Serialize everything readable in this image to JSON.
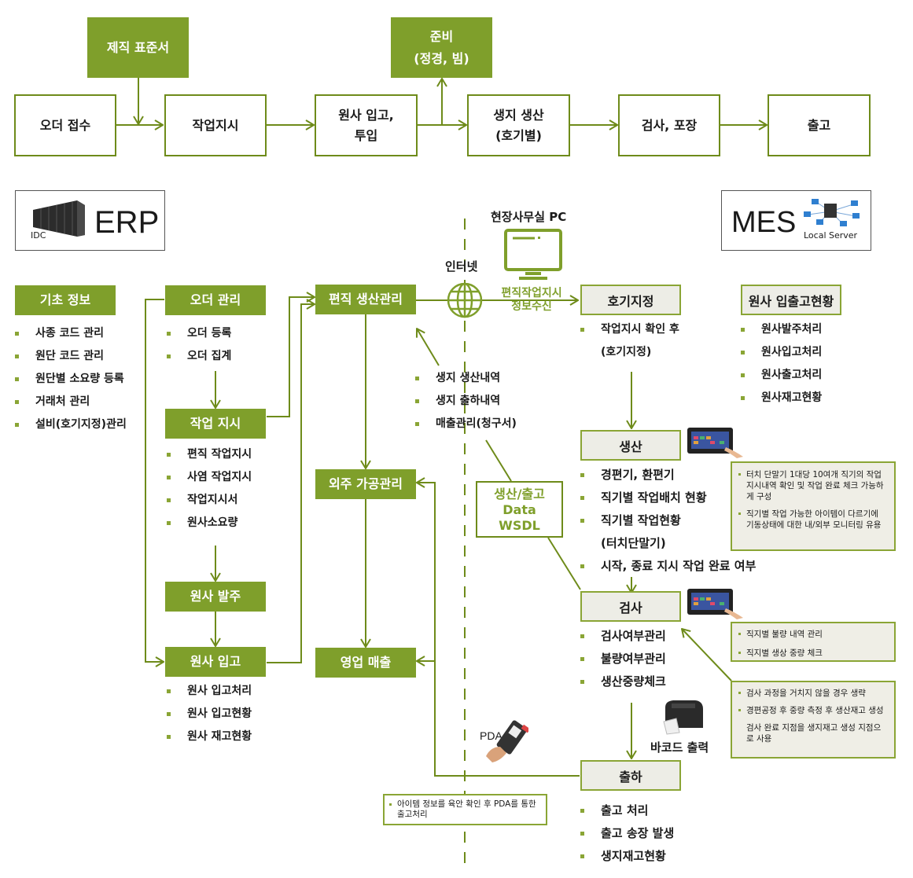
{
  "top_flow": {
    "steps": [
      {
        "label": "오더 접수"
      },
      {
        "label": "작업지시"
      },
      {
        "label": "원사 입고,\n투입"
      },
      {
        "label": "생지 생산\n(호기별)"
      },
      {
        "label": "검사, 포장"
      },
      {
        "label": "출고"
      }
    ],
    "inputs": [
      {
        "label": "제직 표준서"
      },
      {
        "label": "준비\n(정경, 빔)"
      }
    ]
  },
  "systems": {
    "erp": {
      "title": "ERP",
      "sub": "IDC"
    },
    "mes": {
      "title": "MES",
      "sub": "Local Server"
    }
  },
  "erp": {
    "basic_info": {
      "title": "기초 정보",
      "items": [
        "사종 코드 관리",
        "원단 코드 관리",
        "원단별 소요량 등록",
        "거래처 관리",
        "설비(호기지정)관리"
      ]
    },
    "order_mgmt": {
      "title": "오더 관리",
      "items": [
        "오더 등록",
        "오더 집계"
      ]
    },
    "work_order": {
      "title": "작업 지시",
      "items": [
        "편직 작업지시",
        "사염 작업지시",
        "작업지시서",
        "원사소요량"
      ]
    },
    "yarn_order": {
      "title": "원사 발주"
    },
    "yarn_receipt": {
      "title": "원사 입고",
      "items": [
        "원사 입고처리",
        "원사 입고현황",
        "원사 재고현황"
      ]
    },
    "knit_prod": {
      "title": "편직 생산관리"
    },
    "outsource": {
      "title": "외주 가공관리"
    },
    "sales": {
      "title": "영업 매출"
    },
    "feedback_items": [
      "생지 생산내역",
      "생지 출하내역",
      "매출관리(청구서)"
    ]
  },
  "network": {
    "internet_label": "인터넷",
    "pc_label": "현장사무실 PC",
    "transfer_label": "편직작업지시\n정보수신",
    "wsdl_label": "생산/출고\nData\nWSDL"
  },
  "mes": {
    "machine_assign": {
      "title": "호기지정",
      "items": [
        "작업지시 확인 후\n(호기지정)"
      ]
    },
    "yarn_status": {
      "title": "원사 입출고현황",
      "items": [
        "원사발주처리",
        "원사입고처리",
        "원사출고처리",
        "원사재고현황"
      ]
    },
    "production": {
      "title": "생산",
      "items": [
        "경편기,  환편기",
        "직기별  작업배치  현황",
        "직기별  작업현황",
        "(터치단말기)",
        "시작,  종료  지시  작업  완료  여부"
      ],
      "note": [
        "터치 단말기 1대당 10여개 직기의 작업지시내역 확인 및 작업 완료 체크 가능하게 구성",
        "직기별 작업 가능한 아이템이 다르기에 기동상태에 대한 내/외부 모니터링 유용"
      ]
    },
    "inspection": {
      "title": "검사",
      "items": [
        "검사여부관리",
        "불량여부관리",
        "생산중량체크"
      ],
      "note": [
        "직지별 불량 내역 관리",
        "직지별 생상 중량 체크"
      ],
      "note2": [
        "검사 과정을 거치지 않을 경우 생략",
        "경편공정 후 중량 측정 후 생산재고 생성",
        "검사 완료 지점을 생지재고 생성 지점으로 사용"
      ]
    },
    "barcode_label": "바코드 출력",
    "shipping": {
      "title": "출하",
      "items": [
        "출고 처리",
        "출고 송장 발생",
        "생지재고현황"
      ]
    },
    "pda_label": "PDA",
    "pda_note": "아이템 정보를 육안 확인 후 PDA를 통한 출고처리"
  },
  "colors": {
    "accent": "#7f9f2b",
    "line": "#6e8b1a",
    "gray_box": "#ededE6"
  }
}
